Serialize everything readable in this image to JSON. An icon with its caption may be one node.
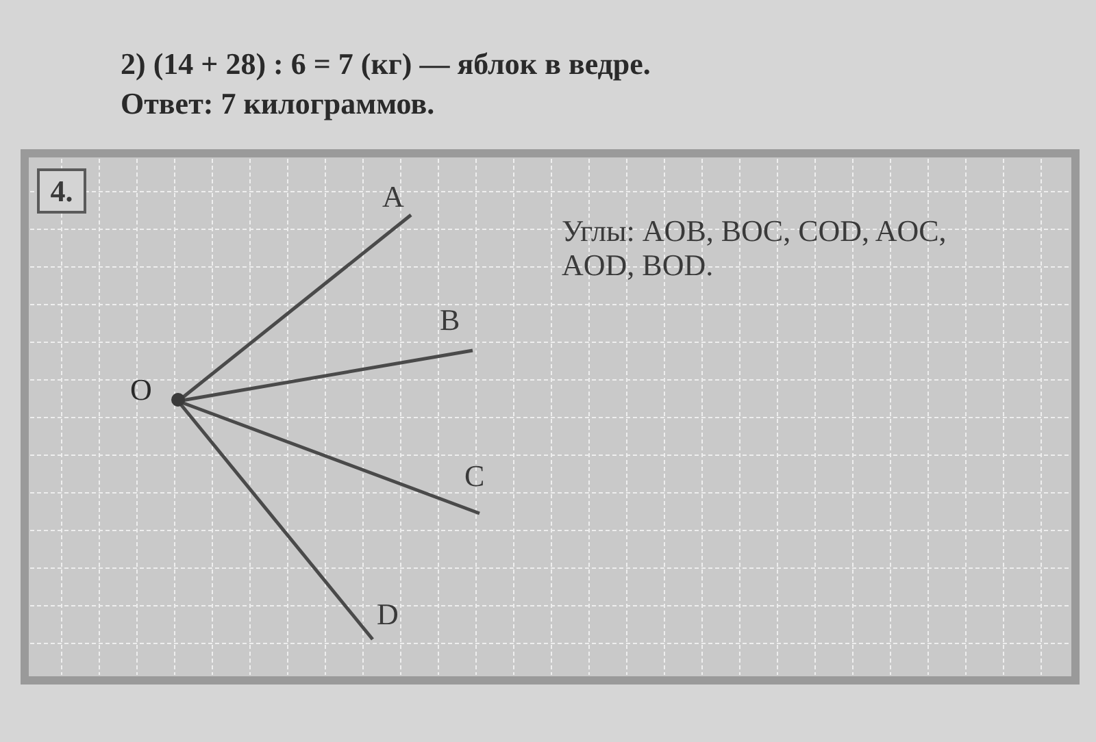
{
  "diagram": {
    "nodes": [
      {
        "text": [
          "O"
        ]
      },
      {
        "text": [
          "A"
        ]
      },
      {
        "text": [
          "B"
        ]
      },
      {
        "text": [
          "C"
        ]
      },
      {
        "text": [
          "D"
        ]
      },
      {
        "text": [
          "4."
        ]
      }
    ],
    "edges": [
      {
        "from": 0,
        "to": 1,
        "arrow": "none"
      },
      {
        "from": 0,
        "to": 2,
        "arrow": "none"
      },
      {
        "from": 0,
        "to": 3,
        "arrow": "none"
      },
      {
        "from": 0,
        "to": 4,
        "arrow": "none"
      }
    ],
    "labels": [
      "2) (14 + 28) : 6 = 7 (кг) — яблок в ведре.",
      "Ответ: 7 килограммов.",
      "Углы: AOB, BOC, COD, AOC, AOD, BOD."
    ]
  }
}
